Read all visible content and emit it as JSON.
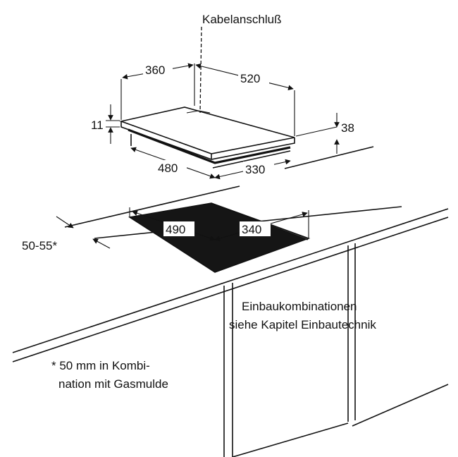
{
  "labels": {
    "cable_connection": "Kabelanschluß",
    "installation_note_line1": "Einbaukombinationen",
    "installation_note_line2": "siehe Kapitel Einbautechnik",
    "footnote_line1": "* 50 mm in Kombi-",
    "footnote_line2": "nation mit Gasmulde"
  },
  "dimensions": {
    "hob_depth_top": "360",
    "hob_width_top": "520",
    "glass_thickness": "11",
    "hob_height": "38",
    "hob_base_width": "480",
    "hob_base_depth": "330",
    "cutout_width": "490",
    "cutout_depth": "340",
    "front_edge_distance": "50-55*"
  },
  "colors": {
    "line": "#111111",
    "cutout_fill": "#151515",
    "background": "#ffffff"
  }
}
